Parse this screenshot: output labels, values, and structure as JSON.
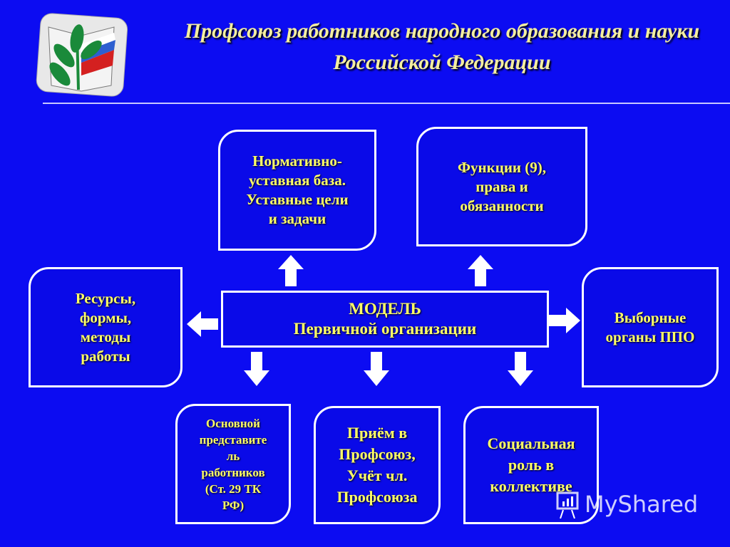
{
  "header": {
    "title_line1": "Профсоюз работников народного образования и науки",
    "title_line2": "Российской Федерации"
  },
  "diagram": {
    "center": "МОДЕЛЬ\nПервичной организации",
    "top_left": "Нормативно-\nуставная база.\nУставные цели\nи задачи",
    "top_right": "Функции (9),\nправа и\nобязанности",
    "left": "Ресурсы,\nформы,\nметоды\nработы",
    "right": "Выборные\nорганы ППО",
    "bottom1": "Основной\nпредставите\nль\nработников\n(Ст. 29 ТК\nРФ)",
    "bottom2": "Приём в\nПрофсоюз,\nУчёт чл.\nПрофсоюза",
    "bottom3": "Социальная\nроль в\nколлективе"
  },
  "watermark": "MyShared"
}
